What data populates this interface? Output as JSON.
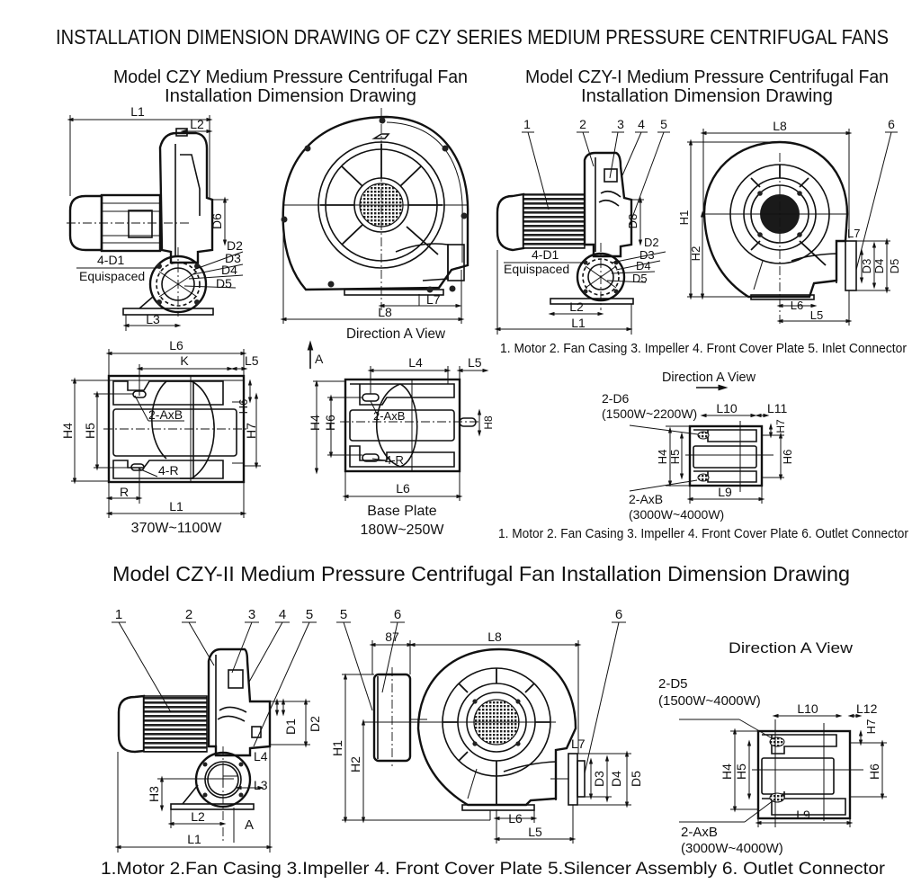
{
  "title": "INSTALLATION DIMENSION DRAWING OF CZY SERIES MEDIUM PRESSURE CENTRIFUGAL FANS",
  "section_czy": {
    "heading_line1": "Model CZY Medium Pressure Centrifugal Fan",
    "heading_line2": "Installation Dimension Drawing",
    "side_view_labels": {
      "L1": "L1",
      "L2": "L2",
      "L3": "L3",
      "D6": "D6",
      "D2": "D2",
      "D3": "D3",
      "D4": "D4",
      "D5": "D5",
      "D1": "4-D1",
      "equispaced": "Equispaced"
    },
    "front_view_labels": {
      "L7": "L7",
      "L8": "L8"
    },
    "front_view_caption": "Direction A View",
    "base_370": {
      "L6": "L6",
      "K": "K",
      "L5": "L5",
      "H4": "H4",
      "H5": "H5",
      "H6": "H6",
      "H7": "H7",
      "AxB": "2-AxB",
      "R4": "4-R",
      "R": "R",
      "L1": "L1",
      "caption": "370W~1100W"
    },
    "base_180": {
      "A": "A",
      "L4": "L4",
      "L5": "L5",
      "H4": "H4",
      "H6": "H6",
      "H8": "H8",
      "AxB": "2-AxB",
      "R4": "4-R",
      "L6": "L6",
      "caption1": "Base Plate",
      "caption2": "180W~250W"
    }
  },
  "section_czy1": {
    "heading_line1": "Model CZY-I Medium Pressure Centrifugal Fan",
    "heading_line2": "Installation Dimension Drawing",
    "side_view_labels": {
      "n1": "1",
      "n2": "2",
      "n3": "3",
      "n4": "4",
      "n5": "5",
      "D8": "D8",
      "D2": "D2",
      "D3": "D3",
      "D4": "D4",
      "D5": "D5",
      "D1": "4-D1",
      "equispaced": "Equispaced",
      "L2": "L2",
      "L1": "L1"
    },
    "front_view_labels": {
      "L8": "L8",
      "n6": "6",
      "H1": "H1",
      "H2": "H2",
      "L7": "L7",
      "D3": "D3",
      "D4": "D4",
      "D5": "D5",
      "L6": "L6",
      "L5": "L5"
    },
    "parts_legend_1": "1. Motor  2. Fan Casing  3. Impeller  4. Front Cover Plate  5. Inlet Connector",
    "direction_view": {
      "caption": "Direction A View",
      "D6": "2-D6",
      "D6_range": "(1500W~2200W)",
      "L10": "L10",
      "L11": "L11",
      "H7": "H7",
      "H4": "H4",
      "H5": "H5",
      "H6": "H6",
      "L9": "L9",
      "AxB": "2-AxB",
      "AxB_range": "(3000W~4000W)"
    },
    "parts_legend_2": "1. Motor  2. Fan Casing  3. Impeller  4. Front Cover Plate  6. Outlet Connector"
  },
  "section_czy2": {
    "heading": "Model CZY-II Medium Pressure Centrifugal Fan Installation Dimension Drawing",
    "side_view_labels": {
      "n1": "1",
      "n2": "2",
      "n3": "3",
      "n4": "4",
      "n5": "5",
      "D1": "D1",
      "D2": "D2",
      "L4": "L4",
      "L3": "L3",
      "H3": "H3",
      "L2": "L2",
      "A": "A",
      "L1": "L1"
    },
    "front_view_labels": {
      "n5": "5",
      "n6": "6",
      "n6b": "6",
      "B7": "87",
      "L8": "L8",
      "H1": "H1",
      "H2": "H2",
      "L7": "L7",
      "D3": "D3",
      "D4": "D4",
      "D5": "D5",
      "L6": "L6",
      "L5": "L5"
    },
    "direction_view": {
      "caption": "Direction A View",
      "D5": "2-D5",
      "D5_range": "(1500W~4000W)",
      "L10": "L10",
      "L12": "L12",
      "H7": "H7",
      "H4": "H4",
      "H5": "H5",
      "H6": "H6",
      "L9": "L9",
      "AxB": "2-AxB",
      "AxB_range": "(3000W~4000W)"
    },
    "parts_legend": "1.Motor  2.Fan Casing  3.Impeller  4. Front Cover Plate  5.Silencer Assembly  6. Outlet Connector"
  }
}
